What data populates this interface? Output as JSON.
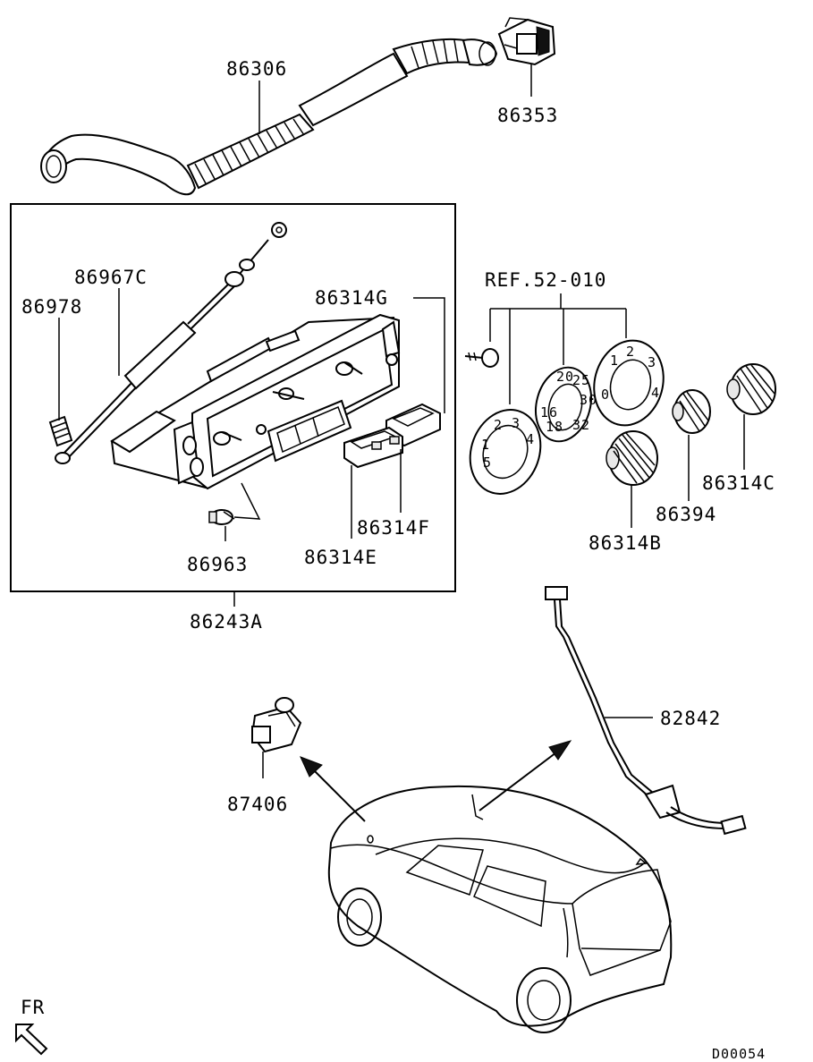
{
  "labels": {
    "p86306": "86306",
    "p86353": "86353",
    "p86967C": "86967C",
    "p86978": "86978",
    "p86314G": "86314G",
    "ref": "REF.52-010",
    "p86314F": "86314F",
    "p86314E": "86314E",
    "p86963": "86963",
    "p86243A": "86243A",
    "p86314C": "86314C",
    "p86394": "86394",
    "p86314B": "86314B",
    "p82842": "82842",
    "p87406": "87406",
    "fr": "FR",
    "code": "D00054"
  },
  "dial_marks": {
    "mode_dial": [
      "1",
      "2",
      "3",
      "4",
      "5"
    ],
    "temp_dial": [
      "16",
      "18",
      "20",
      "25",
      "30",
      "32"
    ],
    "fan_dial": [
      "0",
      "1",
      "2",
      "3",
      "4"
    ]
  }
}
